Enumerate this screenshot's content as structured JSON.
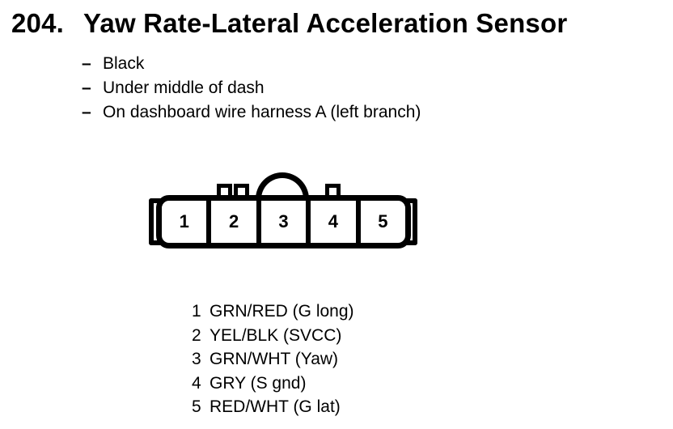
{
  "header": {
    "section_number": "204.",
    "title": "Yaw Rate-Lateral Acceleration Sensor"
  },
  "notes": {
    "bullet": "–",
    "items": [
      "Black",
      "Under middle of dash",
      "On dashboard wire harness A (left branch)"
    ]
  },
  "connector": {
    "cavities": [
      "1",
      "2",
      "3",
      "4",
      "5"
    ]
  },
  "pinout": {
    "rows": [
      {
        "pin": "1",
        "wire": "GRN/RED (G long)"
      },
      {
        "pin": "2",
        "wire": "YEL/BLK (SVCC)"
      },
      {
        "pin": "3",
        "wire": "GRN/WHT (Yaw)"
      },
      {
        "pin": "4",
        "wire": "GRY (S gnd)"
      },
      {
        "pin": "5",
        "wire": "RED/WHT (G lat)"
      }
    ]
  },
  "colors": {
    "ink": "#000000",
    "paper": "#ffffff"
  }
}
